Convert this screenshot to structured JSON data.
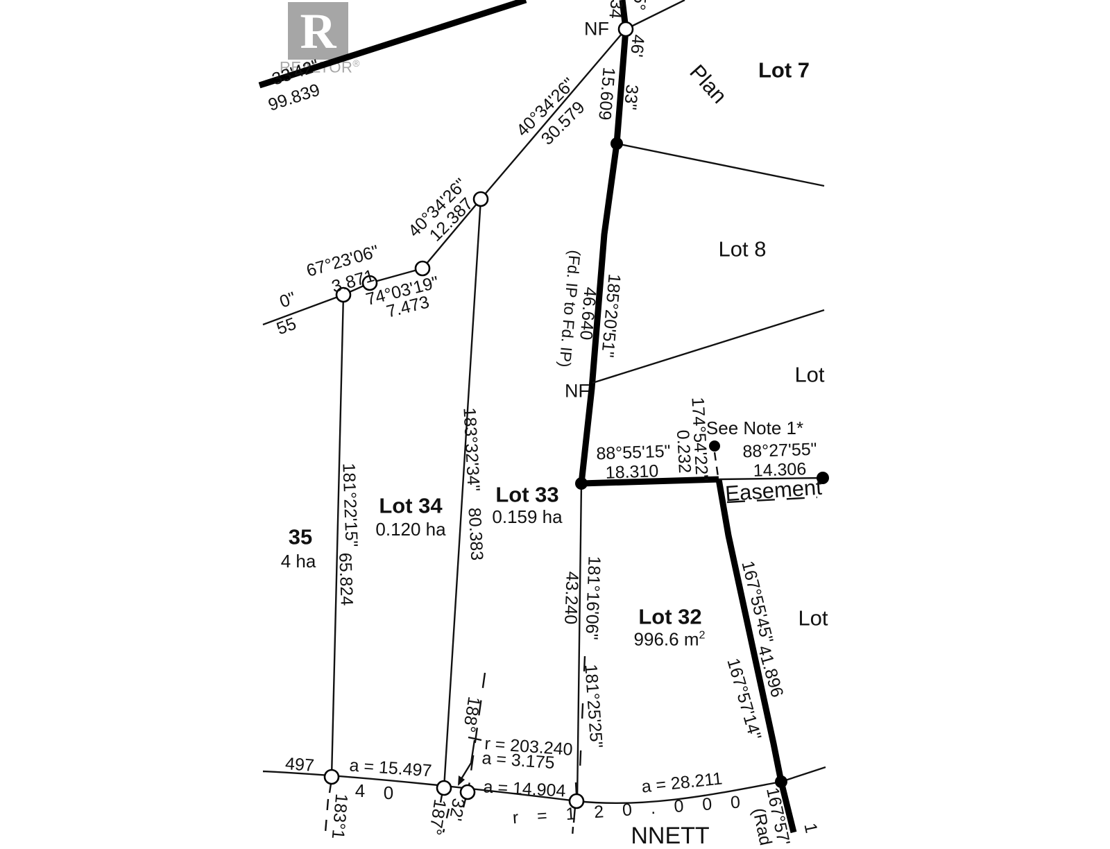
{
  "watermark": {
    "letter": "R",
    "word": "REALTOR",
    "registered": "®"
  },
  "lots": {
    "lot7": "Lot 7",
    "plan": "Plan",
    "lot8": "Lot 8",
    "lot9_partial": "Lot",
    "lot31_partial": "Lot",
    "lot34": "Lot 34",
    "lot34_area": "0.120 ha",
    "lot33": "Lot 33",
    "lot33_area": "0.159 ha",
    "lot32": "Lot 32",
    "lot32_area": "996.6 m",
    "lot32_area_exp": "2",
    "lot35_partial": "35",
    "lot35_area_partial": "4 ha"
  },
  "markers": {
    "nf_top": "NF",
    "nf_mid": "NF",
    "see_note": "See Note 1*",
    "easement": "Easement",
    "road_name_partial": "NNETT"
  },
  "bearings": {
    "frag_top_34": "34",
    "frag_top_deg": "5°",
    "frag_nf_min": "46'",
    "frag_nf_sec": "33\"",
    "dist_15609": "15.609",
    "brg_403426_a": "40°34'26\"",
    "dist_30579": "30.579",
    "brg_403426_b": "40°34'26\"",
    "dist_12387": "12.387",
    "brg_672306": "67°23'06\"",
    "dist_3871": "3.871",
    "brg_740319": "74°03'19\"",
    "dist_7473": "7.473",
    "frag_edge_sec": "0\"",
    "frag_edge_55": "55",
    "brg_1852051": "185°20'51\"",
    "dist_46640": "46.640",
    "note_fdip": "(Fd. IP to Fd. IP)",
    "brg_1745422": "174°54'22\"",
    "dist_0232": "0.232",
    "brg_885515": "88°55'15\"",
    "dist_18310": "18.310",
    "brg_882755": "88°27'55\"",
    "dist_14306": "14.306",
    "brg_1812215": "181°22'15\"",
    "dist_65824": "65.824",
    "brg_1833234": "183°32'34\"",
    "dist_80383": "80.383",
    "brg_1811606": "181°16'06\"",
    "dist_43240": "43.240",
    "brg_1812525": "181°25'25\"",
    "brg_1675545": "167°55'45\"",
    "dist_41896": "41.896",
    "brg_1675714": "167°57'14\"",
    "brg_188": "188°",
    "brg_187_partial": "187°",
    "frag_32min": "32'",
    "frag_1831": "183°1",
    "frag_167_bottom": "167°57'",
    "frag_radial": "(Rad",
    "frag_corner_1": "1",
    "frag_topleft_brg": "33'42\"",
    "frag_topleft_dist": "99.839"
  },
  "curves": {
    "r_203240": "r = 203.240",
    "a_3175": "a = 3.175",
    "a_14904": "a = 14.904",
    "a_15497": "a = 15.497",
    "a_28211": "a = 28.211",
    "frag_497": "497",
    "r_120000": "r = 1 2 0 . 0 0 0",
    "char_4": "4",
    "char_0": "0"
  }
}
